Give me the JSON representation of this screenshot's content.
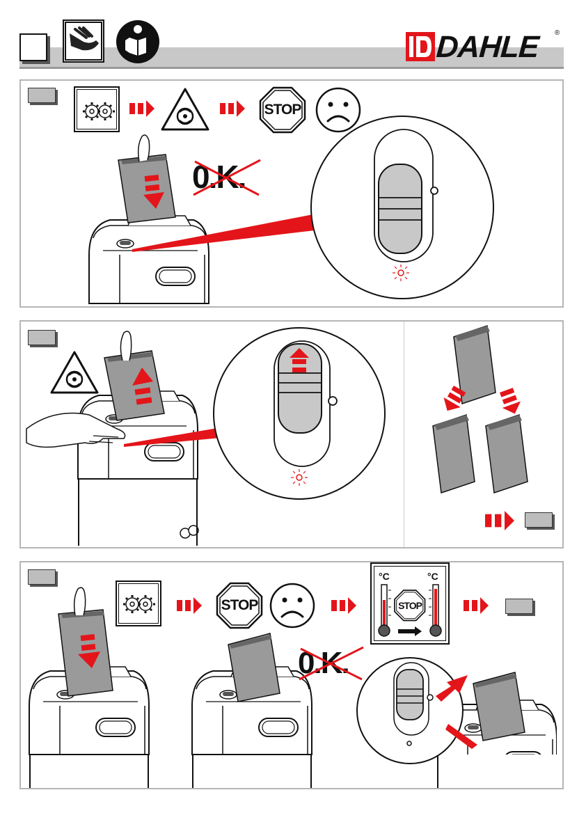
{
  "header": {
    "brand": "DAHLE",
    "registered": "®",
    "section_box_label": "",
    "icons": [
      "protective-glove-icon",
      "read-manual-icon"
    ]
  },
  "panel1": {
    "step_label": "",
    "ok_text": "0.K.",
    "stop_text": "STOP",
    "icons": [
      "gears-icon",
      "arrow-right-icon",
      "entanglement-warning-icon",
      "stop-sign-icon",
      "sad-face-icon"
    ]
  },
  "panel2": {
    "step_label": "",
    "next_step_label": "",
    "icons": [
      "entanglement-warning-icon",
      "reverse-switch-icon",
      "paper-split-icon"
    ]
  },
  "panel3": {
    "step_label": "",
    "next_step_label": "",
    "ok_text": "0.K.",
    "stop_text": "STOP",
    "thermo_stop_text": "STOP",
    "celsius_left": "°C",
    "celsius_right": "°C",
    "icons": [
      "gears-icon",
      "stop-sign-icon",
      "sad-face-icon",
      "overheat-thermometer-icon"
    ]
  },
  "colors": {
    "accent_red": "#e3151a",
    "gray_tab": "#bdbdbd",
    "panel_border": "#b5b5b5",
    "header_bar": "#c8c8c8"
  }
}
